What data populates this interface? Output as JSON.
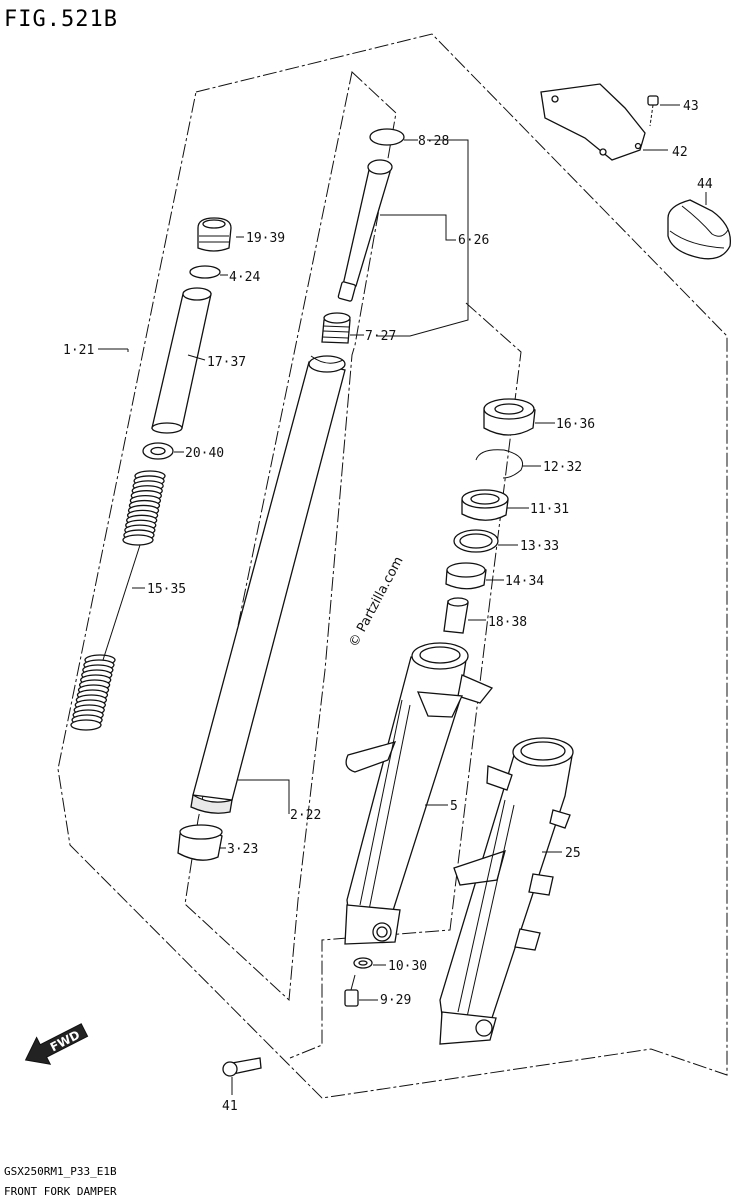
{
  "figure": {
    "title": "FIG.521B"
  },
  "parts": [
    {
      "ref": "1·21"
    },
    {
      "ref": "2·22"
    },
    {
      "ref": "3·23"
    },
    {
      "ref": "4·24"
    },
    {
      "ref": "5"
    },
    {
      "ref": "6·26"
    },
    {
      "ref": "7·27"
    },
    {
      "ref": "8·28"
    },
    {
      "ref": "9·29"
    },
    {
      "ref": "10·30"
    },
    {
      "ref": "11·31"
    },
    {
      "ref": "12·32"
    },
    {
      "ref": "13·33"
    },
    {
      "ref": "14·34"
    },
    {
      "ref": "15·35"
    },
    {
      "ref": "16·36"
    },
    {
      "ref": "17·37"
    },
    {
      "ref": "18·38"
    },
    {
      "ref": "19·39"
    },
    {
      "ref": "20·40"
    },
    {
      "ref": "25"
    },
    {
      "ref": "41"
    },
    {
      "ref": "42"
    },
    {
      "ref": "43"
    },
    {
      "ref": "44"
    }
  ],
  "watermark": "© Partzilla.com",
  "direction": {
    "label": "FWD"
  },
  "footer": {
    "model_code": "GSX250RM1_P33_E1B",
    "caption": "FRONT FORK DAMPER"
  }
}
